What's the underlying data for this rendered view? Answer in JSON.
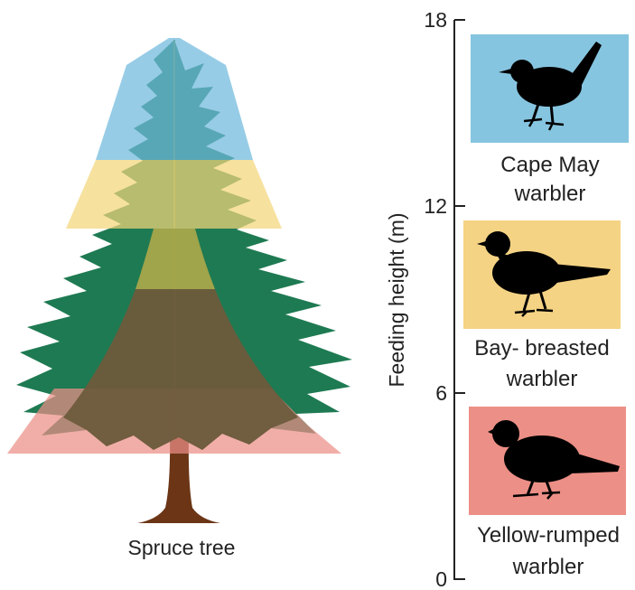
{
  "tree": {
    "label": "Spruce tree",
    "colors": {
      "foliage": "#1e7a52",
      "trunk": "#6b3516",
      "zone_top": "#6fb8dc",
      "zone_middle": "#f2d57a",
      "zone_bottom": "#ec8f86"
    }
  },
  "axis": {
    "label": "Feeding height (m)",
    "ticks": [
      "0",
      "6",
      "12",
      "18"
    ]
  },
  "birds": [
    {
      "name_line1": "Cape May",
      "name_line2": "warbler",
      "box_color": "#86c5e0"
    },
    {
      "name_line1": "Bay- breasted",
      "name_line2": "warbler",
      "box_color": "#f5d384"
    },
    {
      "name_line1": "Yellow-rumped",
      "name_line2": "warbler",
      "box_color": "#ec8f86"
    }
  ]
}
